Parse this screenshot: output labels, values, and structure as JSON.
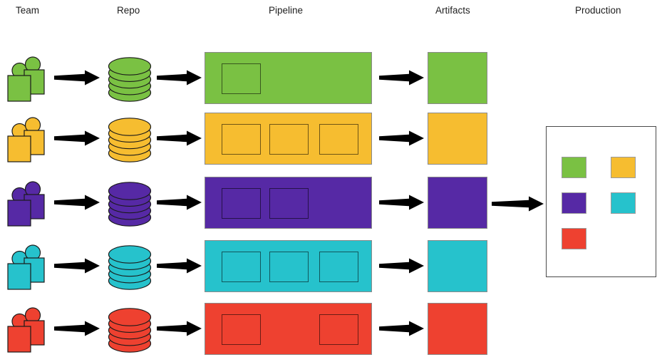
{
  "columns": [
    {
      "id": "team",
      "label": "Team"
    },
    {
      "id": "repo",
      "label": "Repo"
    },
    {
      "id": "pipeline",
      "label": "Pipeline"
    },
    {
      "id": "artifacts",
      "label": "Artifacts"
    },
    {
      "id": "production",
      "label": "Production"
    }
  ],
  "colors": {
    "green": "#7AC143",
    "yellow": "#F6BD30",
    "purple": "#5629A5",
    "cyan": "#26C2CC",
    "red": "#EE4130"
  },
  "arrow_color": "#000000",
  "icons": {
    "team": "team-people-icon",
    "repo": "database-cylinder-icon",
    "arrow": "flow-arrow-icon"
  },
  "rows": [
    {
      "color_name": "green",
      "stages": [
        1
      ],
      "to_production": false
    },
    {
      "color_name": "yellow",
      "stages": [
        1,
        2,
        3
      ],
      "to_production": false
    },
    {
      "color_name": "purple",
      "stages": [
        1,
        2
      ],
      "to_production": true
    },
    {
      "color_name": "cyan",
      "stages": [
        1,
        2,
        3
      ],
      "to_production": false
    },
    {
      "color_name": "red",
      "stages": [
        1,
        3
      ],
      "to_production": false
    }
  ],
  "production": {
    "deployed": [
      "green",
      "yellow",
      "purple",
      "cyan",
      "red"
    ]
  }
}
